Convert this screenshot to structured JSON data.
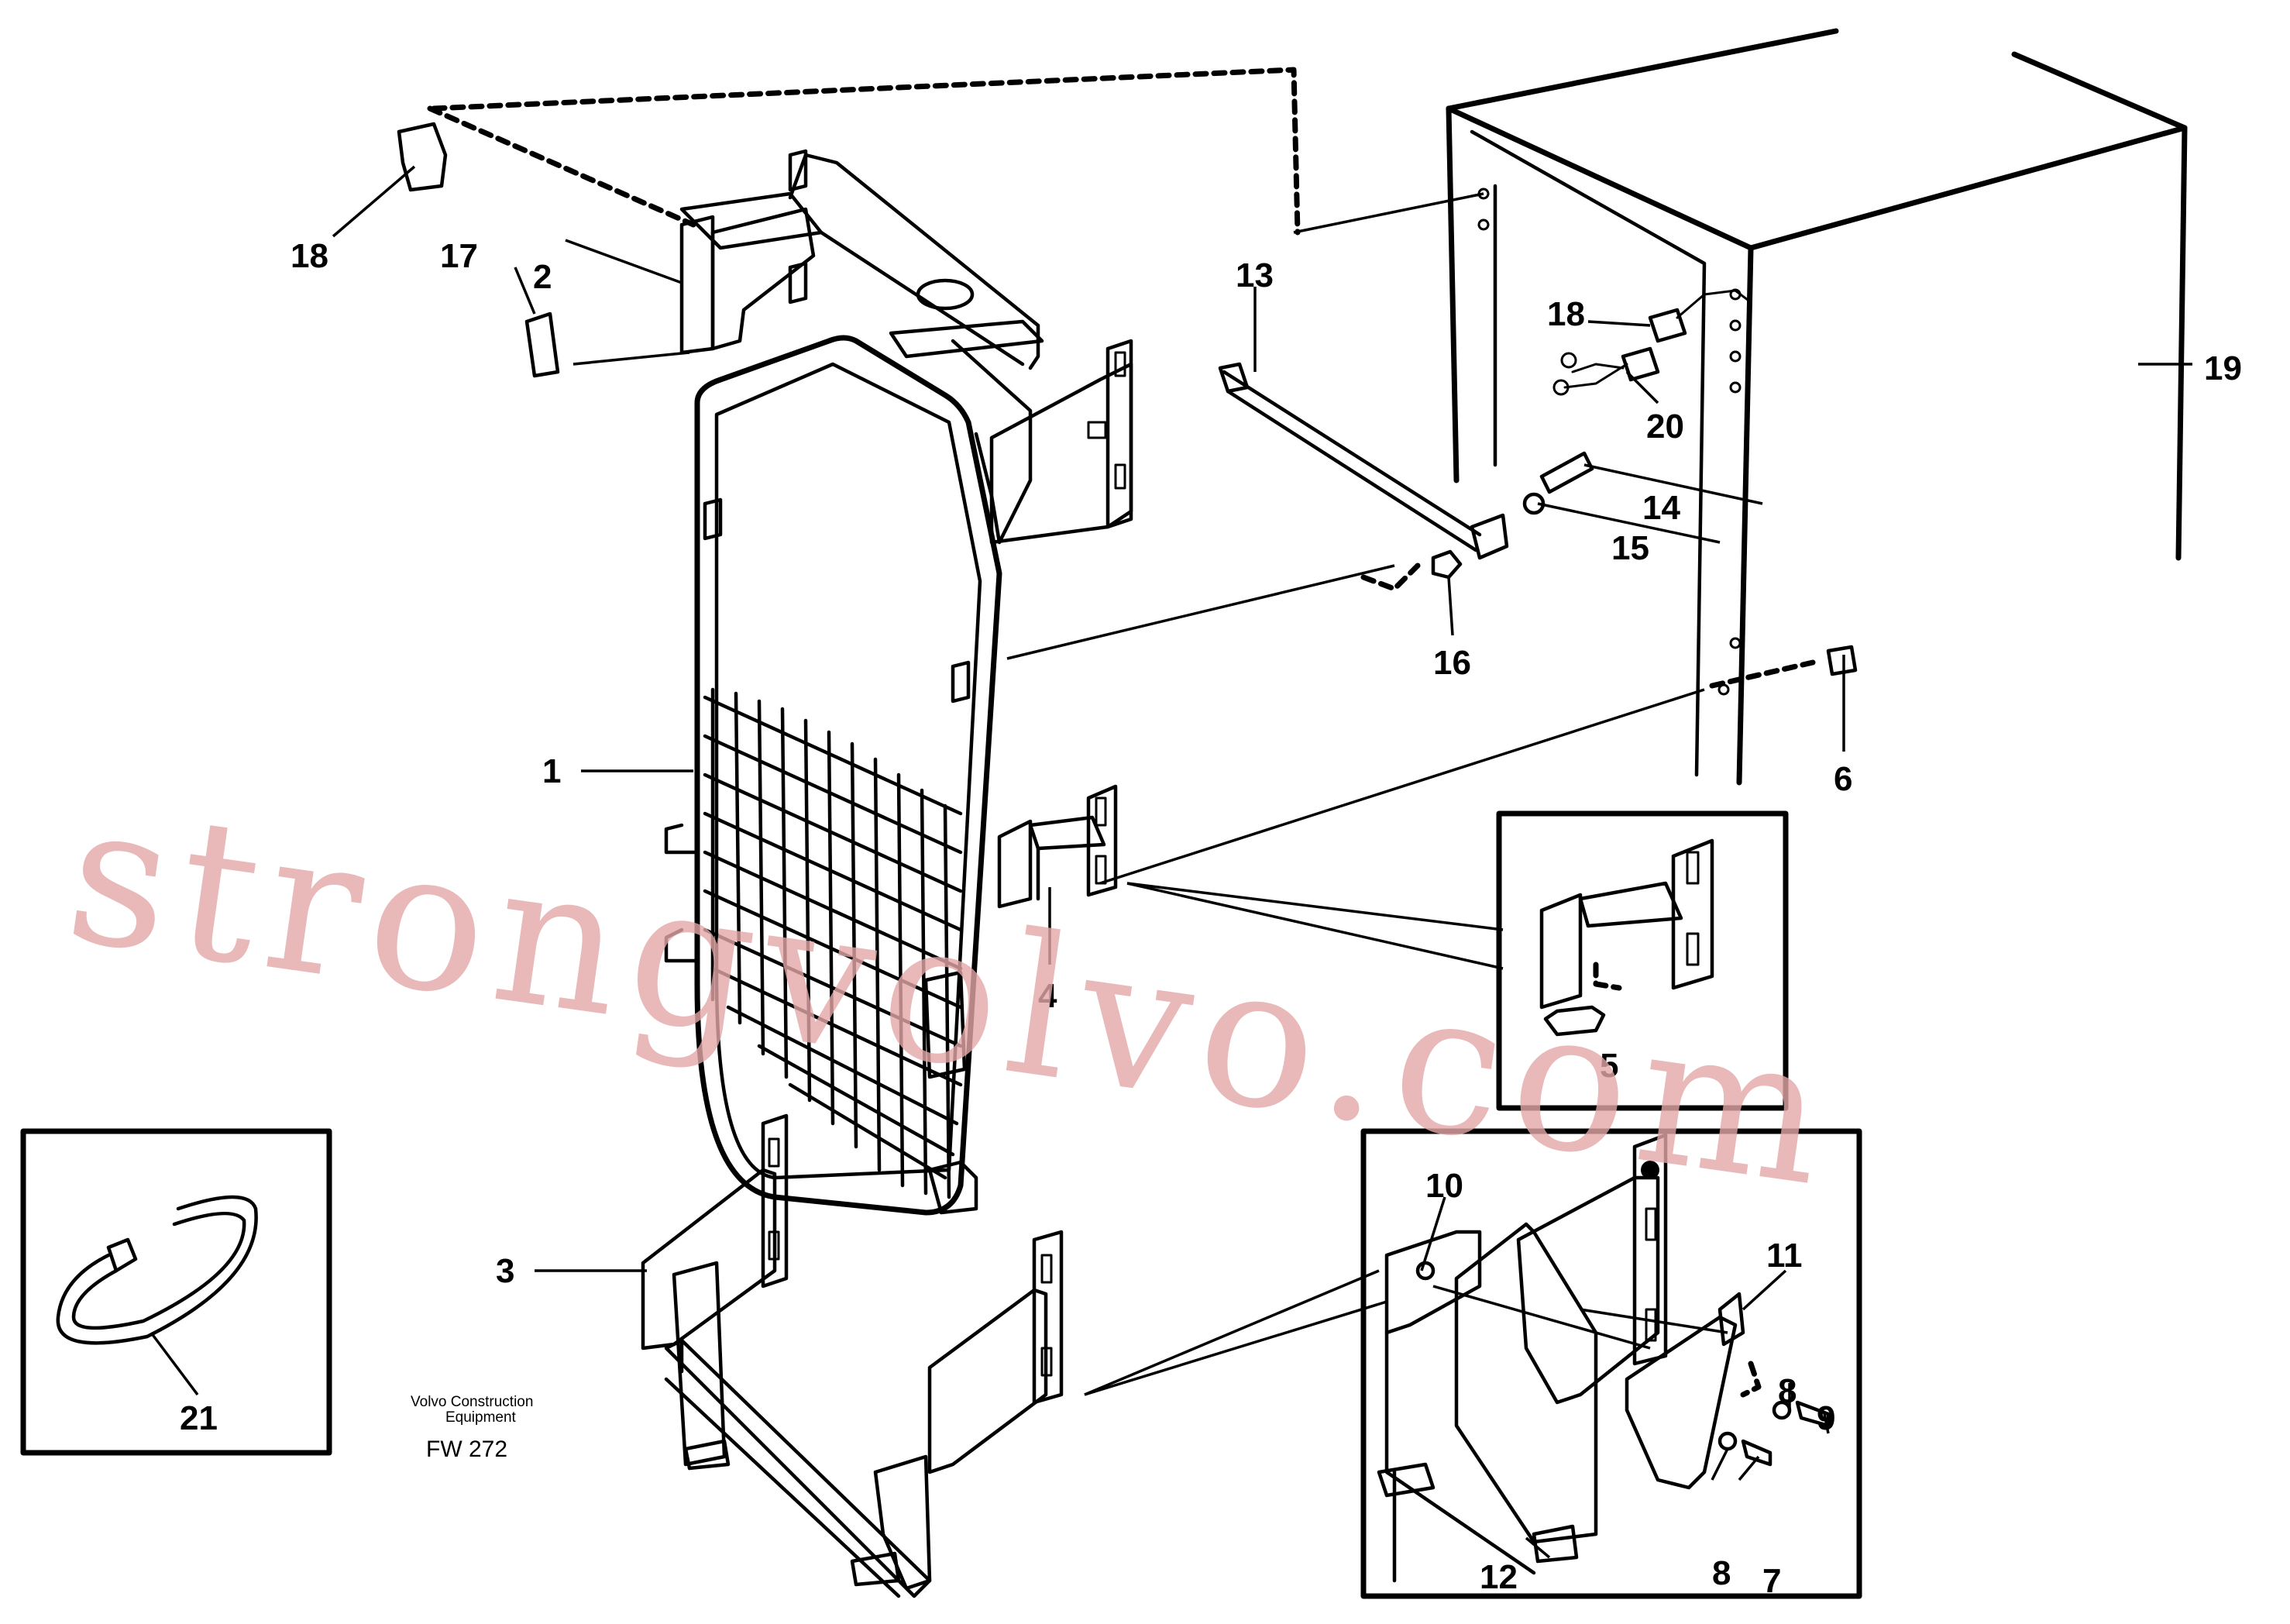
{
  "labels": {
    "l1": "1",
    "l2": "2",
    "l3": "3",
    "l4": "4",
    "l5": "5",
    "l6": "6",
    "l7": "7",
    "l8a": "8",
    "l8b": "8",
    "l9": "9",
    "l10": "10",
    "l11": "11",
    "l12": "12",
    "l13": "13",
    "l14": "14",
    "l15": "15",
    "l16": "16",
    "l17": "17",
    "l18a": "18",
    "l18b": "18",
    "l19": "19",
    "l20": "20",
    "l21": "21"
  },
  "footer": {
    "company_line1": "Volvo Construction",
    "company_line2": "Equipment",
    "drawing_code": "FW 272"
  },
  "watermark": "strongvolvo.com"
}
